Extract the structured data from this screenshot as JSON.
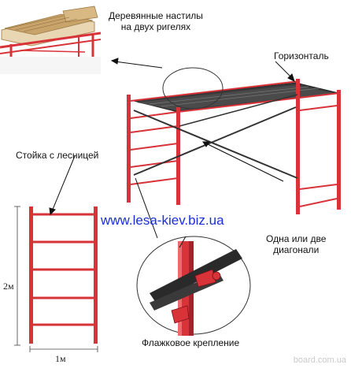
{
  "labels": {
    "top_left_line1": "Деревянные настилы",
    "top_left_line2": "на двух ригелях",
    "horizontal": "Горизонталь",
    "post_ladder": "Стойка с лесницей",
    "diagonal_line1": "Одна или две",
    "diagonal_line2": "диагонали",
    "flag_mount": "Флажковое крепление"
  },
  "url": "www.lesa-kiev.biz.ua",
  "dimensions": {
    "height": "2м",
    "width": "1м"
  },
  "watermark": "board.com.ua",
  "colors": {
    "frame_red": "#d9333a",
    "frame_red_dark": "#a8202a",
    "deck_dark": "#3a3a3a",
    "wood": "#c9a46a",
    "url_blue": "#1a2fd6"
  }
}
